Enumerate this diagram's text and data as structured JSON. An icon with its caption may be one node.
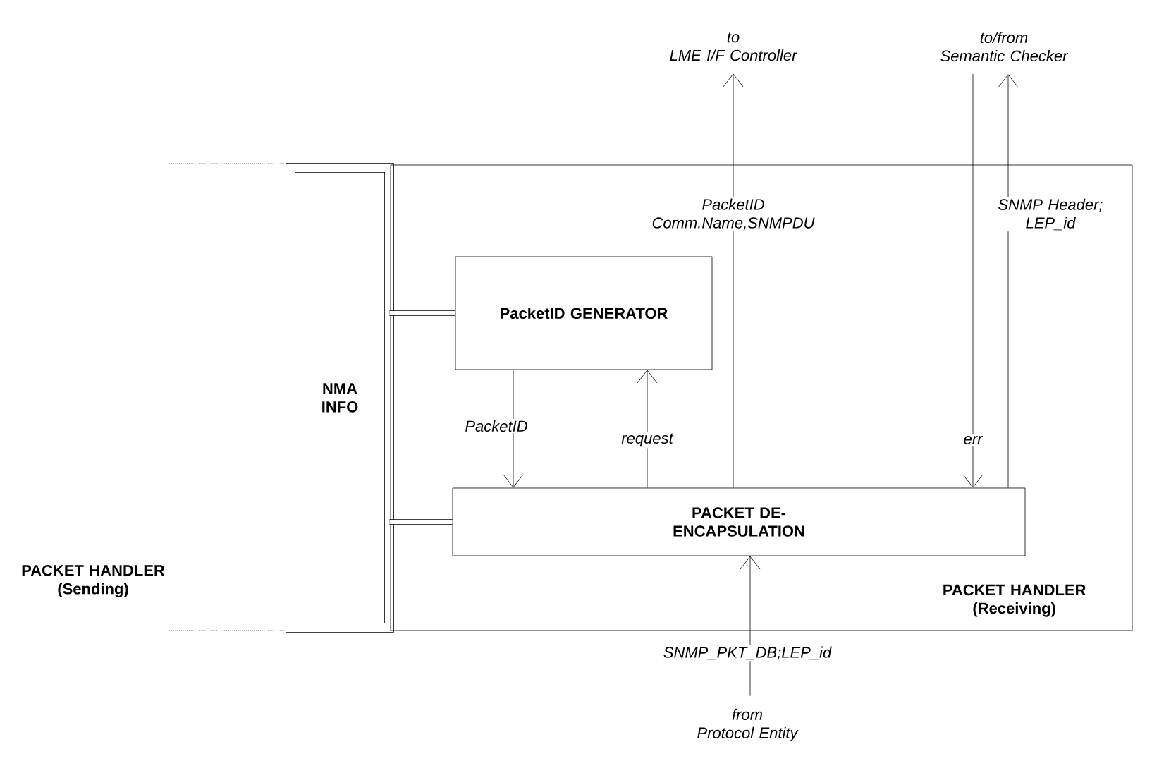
{
  "diagram": {
    "nodes": [
      {
        "text": [
          "PACKET HANDLER (Sending)"
        ]
      },
      {
        "text": [
          "NMA INFO"
        ]
      },
      {
        "text": [
          "PACKET HANDLER (Receiving)"
        ]
      },
      {
        "text": [
          "PacketID GENERATOR"
        ],
        "in": 2
      },
      {
        "text": [
          "PACKET DE-ENCAPSULATION"
        ],
        "in": 2
      },
      {
        "text": [
          "to",
          "LME I/F Controller"
        ]
      },
      {
        "text": [
          "to/from",
          "Semantic Checker"
        ]
      },
      {
        "text": [
          "from",
          "Protocol Entity"
        ]
      }
    ],
    "edges": [
      {
        "from": 4,
        "to": 5,
        "arrow": "to",
        "label": "PacketID Comm.Name,SNMPDU"
      },
      {
        "from": 6,
        "to": 4,
        "arrow": "to",
        "label": "err"
      },
      {
        "from": 4,
        "to": 6,
        "arrow": "to",
        "label": "SNMP Header; LEP_id"
      },
      {
        "from": 3,
        "to": 4,
        "arrow": "to",
        "label": "PacketID"
      },
      {
        "from": 4,
        "to": 3,
        "arrow": "to",
        "label": "request"
      },
      {
        "from": 7,
        "to": 4,
        "arrow": "to",
        "label": "SNMP_PKT_DB;LEP_id"
      },
      {
        "from": 1,
        "to": 3,
        "arrow": "none",
        "style": "thick"
      },
      {
        "from": 1,
        "to": 4,
        "arrow": "none",
        "style": "thick"
      }
    ]
  }
}
